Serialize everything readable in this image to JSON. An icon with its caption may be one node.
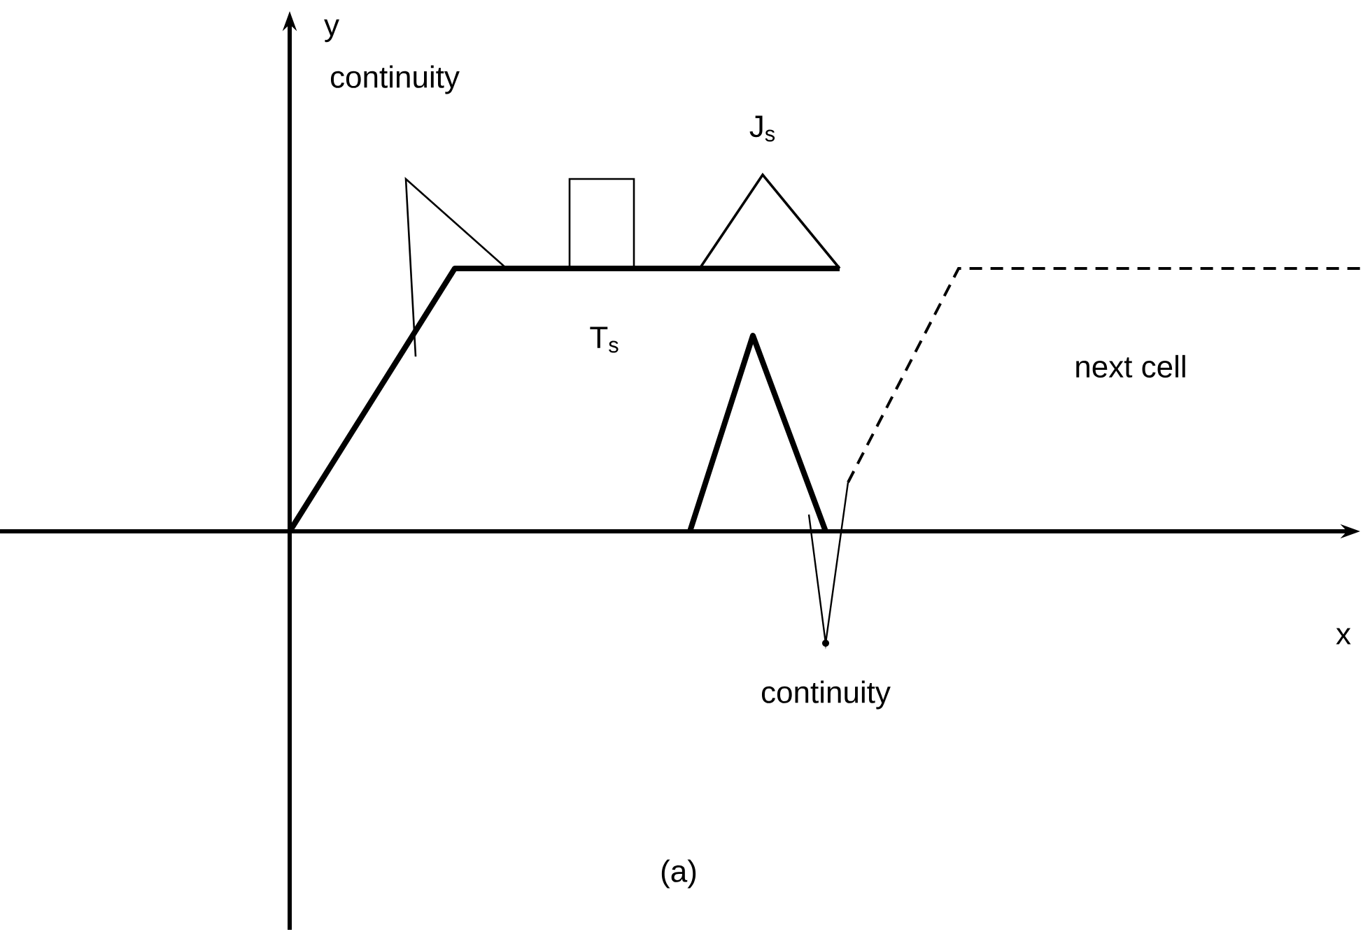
{
  "diagram": {
    "labels": [
      "y",
      "continuity",
      "J$_{s}$",
      "T$_{s}$",
      "next cell",
      "x",
      "continuity",
      "(a)"
    ]
  }
}
